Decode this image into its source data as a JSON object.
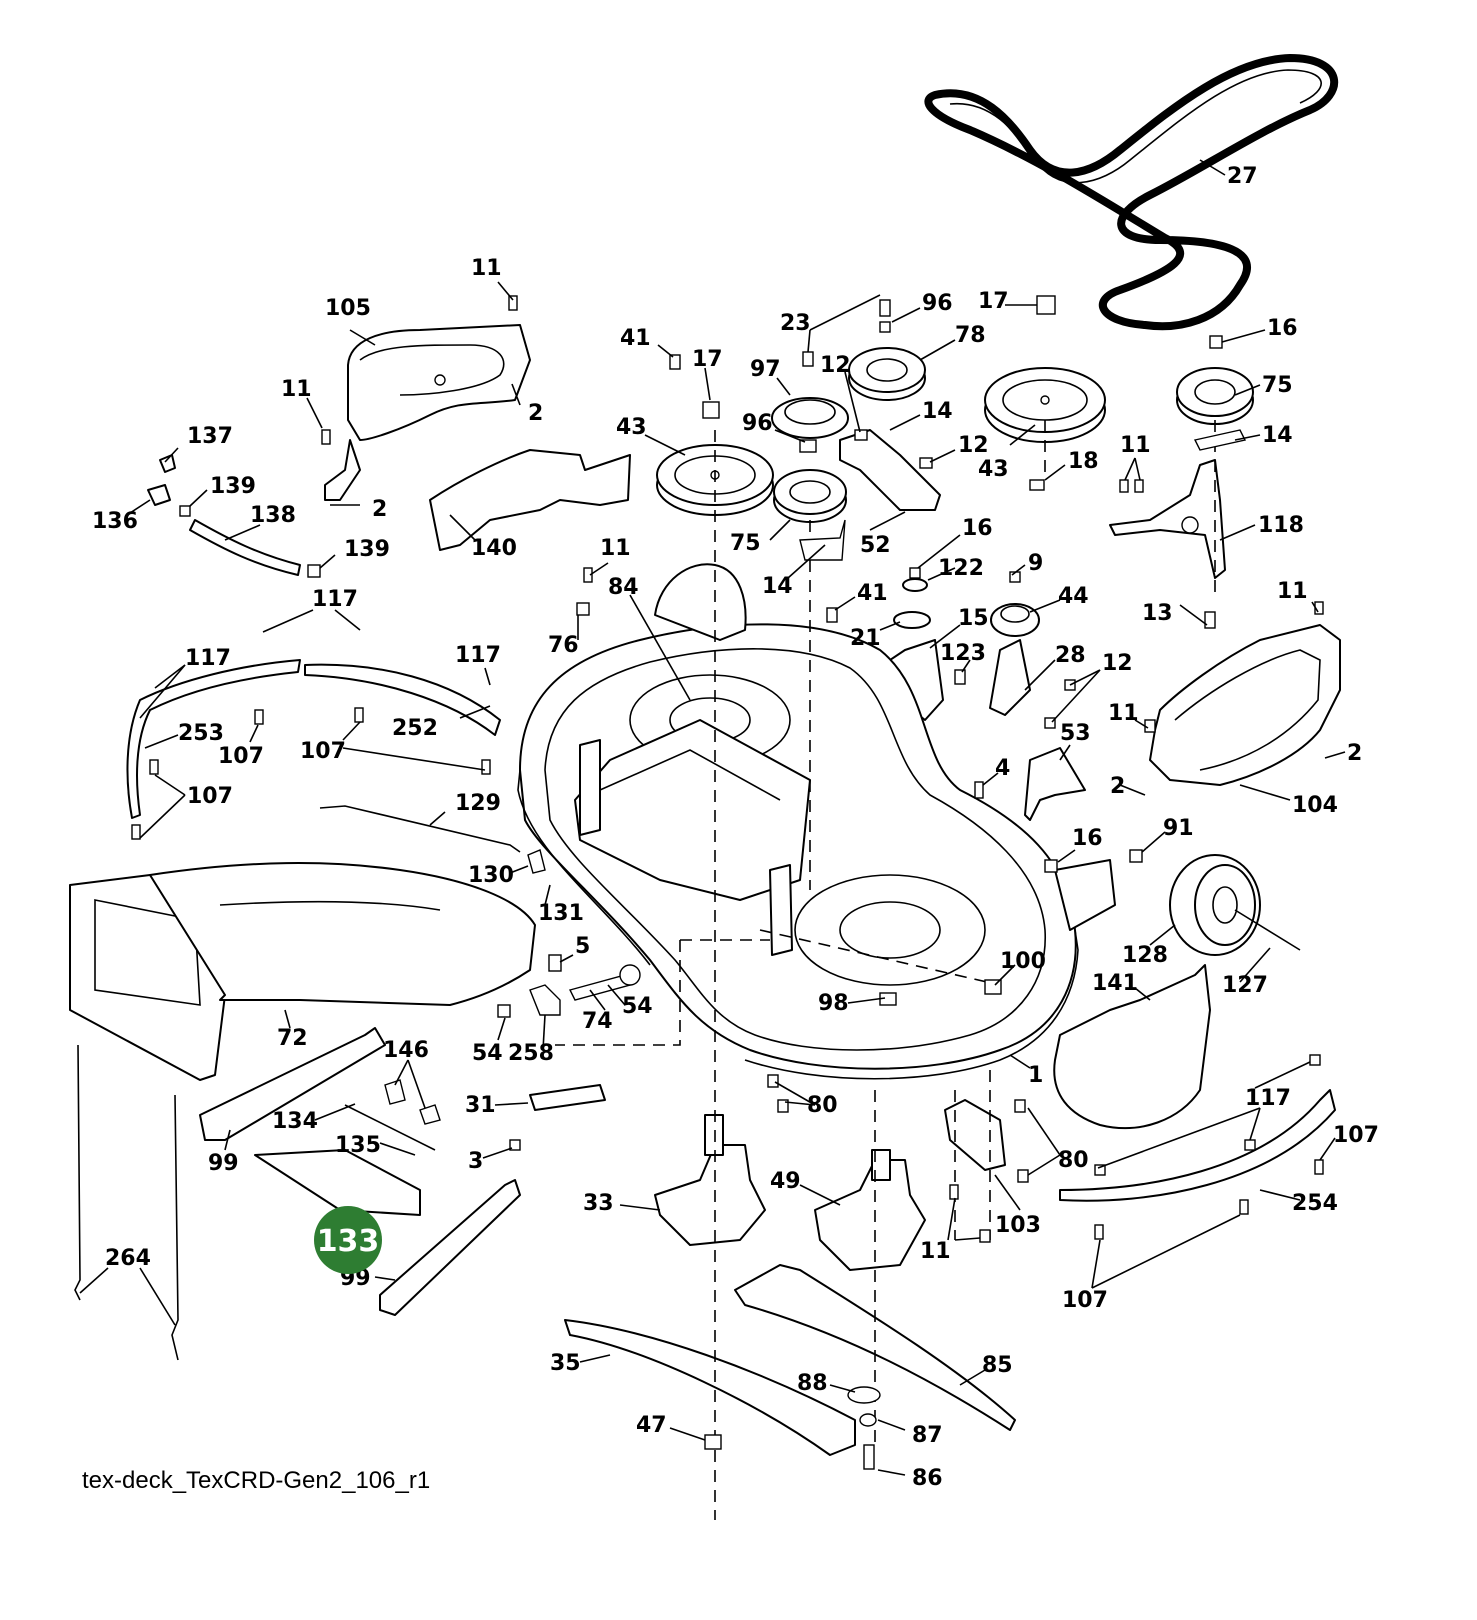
{
  "diagram": {
    "caption": "tex-deck_TexCRD-Gen2_106_r1",
    "highlight": {
      "label": "133",
      "color": "#2e7d32"
    },
    "callouts": [
      {
        "id": "27",
        "label": "27"
      },
      {
        "id": "11a",
        "label": "11"
      },
      {
        "id": "105",
        "label": "105"
      },
      {
        "id": "2a",
        "label": "2"
      },
      {
        "id": "11b",
        "label": "11"
      },
      {
        "id": "137",
        "label": "137"
      },
      {
        "id": "139a",
        "label": "139"
      },
      {
        "id": "136",
        "label": "136"
      },
      {
        "id": "138",
        "label": "138"
      },
      {
        "id": "2b",
        "label": "2"
      },
      {
        "id": "139b",
        "label": "139"
      },
      {
        "id": "140",
        "label": "140"
      },
      {
        "id": "41a",
        "label": "41"
      },
      {
        "id": "17a",
        "label": "17"
      },
      {
        "id": "43a",
        "label": "43"
      },
      {
        "id": "23",
        "label": "23"
      },
      {
        "id": "96a",
        "label": "96"
      },
      {
        "id": "78",
        "label": "78"
      },
      {
        "id": "97",
        "label": "97"
      },
      {
        "id": "12a",
        "label": "12"
      },
      {
        "id": "96b",
        "label": "96"
      },
      {
        "id": "14a",
        "label": "14"
      },
      {
        "id": "12b",
        "label": "12"
      },
      {
        "id": "17b",
        "label": "17"
      },
      {
        "id": "43b",
        "label": "43"
      },
      {
        "id": "18",
        "label": "18"
      },
      {
        "id": "16a",
        "label": "16"
      },
      {
        "id": "75a",
        "label": "75"
      },
      {
        "id": "14b",
        "label": "14"
      },
      {
        "id": "11c",
        "label": "11"
      },
      {
        "id": "118",
        "label": "118"
      },
      {
        "id": "75b",
        "label": "75"
      },
      {
        "id": "52",
        "label": "52"
      },
      {
        "id": "14c",
        "label": "14"
      },
      {
        "id": "16b",
        "label": "16"
      },
      {
        "id": "122",
        "label": "122"
      },
      {
        "id": "9",
        "label": "9"
      },
      {
        "id": "44",
        "label": "44"
      },
      {
        "id": "41b",
        "label": "41"
      },
      {
        "id": "21",
        "label": "21"
      },
      {
        "id": "15",
        "label": "15"
      },
      {
        "id": "123",
        "label": "123"
      },
      {
        "id": "28",
        "label": "28"
      },
      {
        "id": "12c",
        "label": "12"
      },
      {
        "id": "13",
        "label": "13"
      },
      {
        "id": "11d",
        "label": "11"
      },
      {
        "id": "11e",
        "label": "11"
      },
      {
        "id": "53",
        "label": "53"
      },
      {
        "id": "2c",
        "label": "2"
      },
      {
        "id": "2d",
        "label": "2"
      },
      {
        "id": "104",
        "label": "104"
      },
      {
        "id": "4",
        "label": "4"
      },
      {
        "id": "11f",
        "label": "11"
      },
      {
        "id": "76",
        "label": "76"
      },
      {
        "id": "84",
        "label": "84"
      },
      {
        "id": "117a",
        "label": "117"
      },
      {
        "id": "117b",
        "label": "117"
      },
      {
        "id": "117c",
        "label": "117"
      },
      {
        "id": "253",
        "label": "253"
      },
      {
        "id": "107a",
        "label": "107"
      },
      {
        "id": "252",
        "label": "252"
      },
      {
        "id": "107b",
        "label": "107"
      },
      {
        "id": "107c",
        "label": "107"
      },
      {
        "id": "129",
        "label": "129"
      },
      {
        "id": "130",
        "label": "130"
      },
      {
        "id": "131",
        "label": "131"
      },
      {
        "id": "16c",
        "label": "16"
      },
      {
        "id": "91",
        "label": "91"
      },
      {
        "id": "128",
        "label": "128"
      },
      {
        "id": "127",
        "label": "127"
      },
      {
        "id": "5",
        "label": "5"
      },
      {
        "id": "54a",
        "label": "54"
      },
      {
        "id": "74",
        "label": "74"
      },
      {
        "id": "54b",
        "label": "54"
      },
      {
        "id": "258",
        "label": "258"
      },
      {
        "id": "98",
        "label": "98"
      },
      {
        "id": "100",
        "label": "100"
      },
      {
        "id": "141",
        "label": "141"
      },
      {
        "id": "72",
        "label": "72"
      },
      {
        "id": "1",
        "label": "1"
      },
      {
        "id": "146",
        "label": "146"
      },
      {
        "id": "31",
        "label": "31"
      },
      {
        "id": "80a",
        "label": "80"
      },
      {
        "id": "117d",
        "label": "117"
      },
      {
        "id": "107d",
        "label": "107"
      },
      {
        "id": "134",
        "label": "134"
      },
      {
        "id": "99a",
        "label": "99"
      },
      {
        "id": "135",
        "label": "135"
      },
      {
        "id": "3",
        "label": "3"
      },
      {
        "id": "80b",
        "label": "80"
      },
      {
        "id": "33",
        "label": "33"
      },
      {
        "id": "49",
        "label": "49"
      },
      {
        "id": "103",
        "label": "103"
      },
      {
        "id": "254",
        "label": "254"
      },
      {
        "id": "11g",
        "label": "11"
      },
      {
        "id": "264",
        "label": "264"
      },
      {
        "id": "99b",
        "label": "99"
      },
      {
        "id": "107e",
        "label": "107"
      },
      {
        "id": "85",
        "label": "85"
      },
      {
        "id": "35",
        "label": "35"
      },
      {
        "id": "88",
        "label": "88"
      },
      {
        "id": "47",
        "label": "47"
      },
      {
        "id": "87",
        "label": "87"
      },
      {
        "id": "86",
        "label": "86"
      }
    ]
  }
}
